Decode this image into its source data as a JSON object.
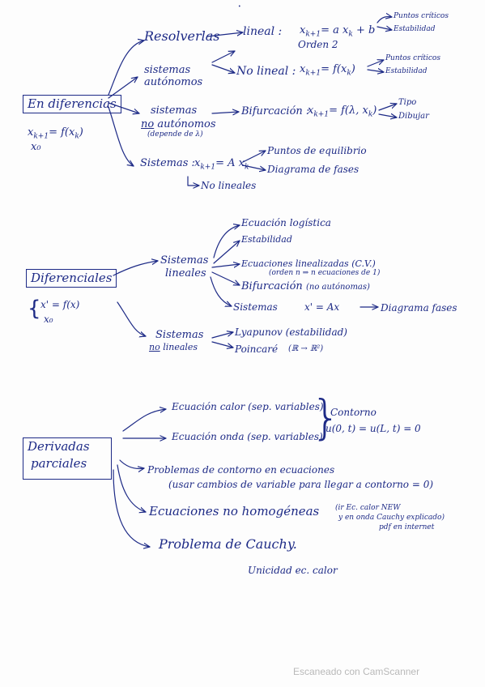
{
  "colors": {
    "ink": "#1d2a86",
    "watermark": "#b9b9b9",
    "paper": "#fdfdfd"
  },
  "sec1": {
    "title": "En diferencias",
    "cond1": "x",
    "cond1_sub": "k+1",
    "cond1_rest": "= f(x",
    "cond1_sub2": "k",
    "cond1_end": ")",
    "cond2": "x₀",
    "resolverlas": "Resolverlas",
    "lineal": "lineal :",
    "lineal_eq": "x",
    "lineal_eq_sub": "k+1",
    "lineal_eq_rest": "= a x",
    "lineal_eq_sub2": "k",
    "lineal_eq_end": "+ b",
    "orden": "Orden 2",
    "lineal_r1": "Puntos críticos",
    "lineal_r2": "Estabilidad",
    "sist_aut_1": "sistemas",
    "sist_aut_2": "autónomos",
    "no_lineal": "No lineal :",
    "no_lineal_eq": "x",
    "no_lineal_eq_sub": "k+1",
    "no_lineal_eq_rest": "= f(x",
    "no_lineal_eq_sub2": "k",
    "no_lineal_eq_end": ")",
    "no_lineal_r1": "Puntos críticos",
    "no_lineal_r2": "Estabilidad",
    "sist_noaut_1": "sistemas",
    "sist_noaut_no": "no",
    "sist_noaut_2": "autónomos",
    "sist_noaut_note": "(depende de λ)",
    "bifurc": "Bifurcación :",
    "bifurc_eq": "x",
    "bifurc_eq_sub": "k+1",
    "bifurc_eq_rest": "= f(λ, x",
    "bifurc_eq_sub2": "k",
    "bifurc_eq_end": ")",
    "bifurc_r1": "Tipo",
    "bifurc_r2": "Dibujar",
    "sistemas_lbl": "Sistemas :",
    "sistemas_eq": "x",
    "sistemas_eq_sub": "k+1",
    "sistemas_eq_rest": "= A x",
    "sistemas_eq_sub2": "k",
    "sistemas_r1": "Puntos de equilibrio",
    "sistemas_r2": "Diagrama de fases",
    "no_lineales": "No lineales"
  },
  "sec2": {
    "title": "Diferenciales",
    "cond1": "x' = f(x)",
    "cond2": "x₀",
    "sist_lin_1": "Sistemas",
    "sist_lin_2": "lineales",
    "ec_log": "Ecuación logística",
    "estab": "Estabilidad",
    "ec_lin": "Ecuaciones linealizadas (C.V.)",
    "ec_lin_note": "(orden n ⇒ n ecuaciones de 1)",
    "bifurc": "Bifurcación",
    "bifurc_note": "(no autónomas)",
    "sistemas": "Sistemas",
    "sistemas_eq": "x' = Ax",
    "diag": "Diagrama fases",
    "sist_nolin_1": "Sistemas",
    "sist_nolin_no": "no",
    "sist_nolin_2": "lineales",
    "lyapunov": "Lyapunov (estabilidad)",
    "poincare": "Poincaré",
    "poincare_note": "(ℝ → ℝ²)"
  },
  "sec3": {
    "title_1": "Derivadas",
    "title_2": "parciales",
    "ec_calor": "Ecuación calor (sep. variables)",
    "ec_onda": "Ecuación onda (sep. variables)",
    "contorno": "Contorno",
    "contorno_eq": "u(0, t) = u(L, t) = 0",
    "prob_cont": "Problemas de contorno en ecuaciones",
    "prob_cont_note": "(usar cambios de variable para llegar a contorno = 0)",
    "no_homog": "Ecuaciones no homogéneas",
    "no_homog_note1": "(ir Ec. calor NEW",
    "no_homog_note2": "y en onda Cauchy explicado)",
    "no_homog_note3": "pdf en internet",
    "cauchy": "Problema de Cauchy.",
    "unicidad": "Unicidad ec. calor"
  },
  "watermark": "Escaneado con CamScanner"
}
